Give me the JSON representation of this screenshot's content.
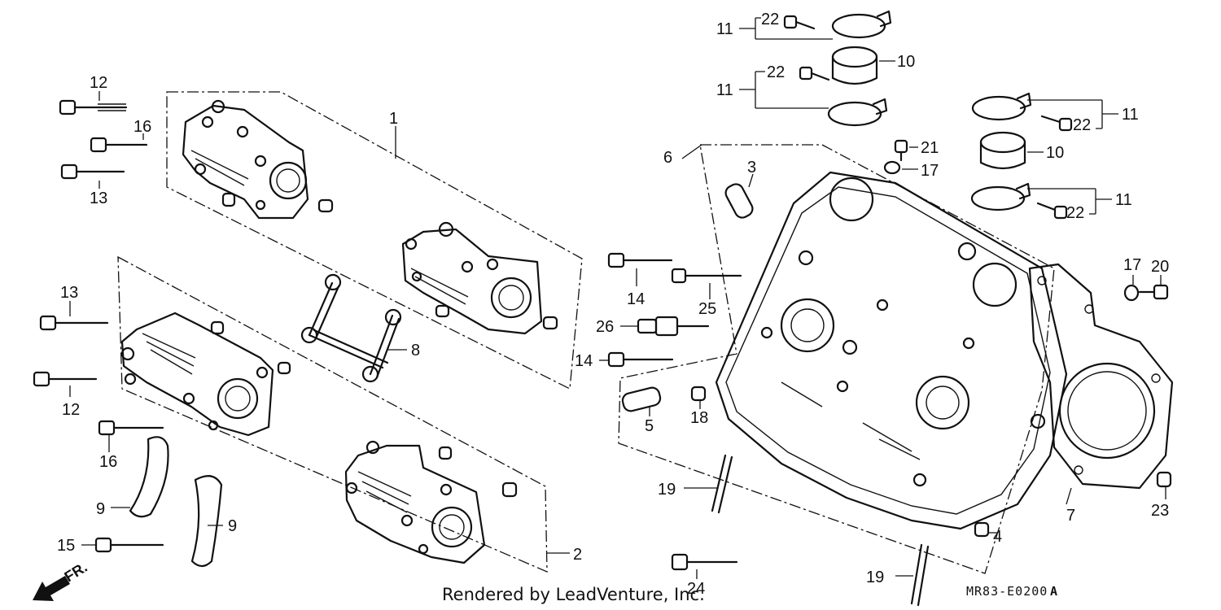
{
  "callouts": {
    "c1": "1",
    "c2": "2",
    "c3": "3",
    "c4": "4",
    "c5": "5",
    "c6": "6",
    "c7": "7",
    "c8": "8",
    "c9a": "9",
    "c9b": "9",
    "c10a": "10",
    "c10b": "10",
    "c11a": "11",
    "c11b": "11",
    "c11c": "11",
    "c11d": "11",
    "c12a": "12",
    "c12b": "12",
    "c13a": "13",
    "c13b": "13",
    "c14a": "14",
    "c14b": "14",
    "c15": "15",
    "c16a": "16",
    "c16b": "16",
    "c17a": "17",
    "c17b": "17",
    "c18": "18",
    "c19a": "19",
    "c19b": "19",
    "c20": "20",
    "c21": "21",
    "c22a": "22",
    "c22b": "22",
    "c22c": "22",
    "c22d": "22",
    "c23": "23",
    "c24": "24",
    "c25": "25",
    "c26": "26"
  },
  "direction": "FR.",
  "credit": "Rendered by LeadVenture, Inc.",
  "diagram_code": "MR83-E0200",
  "diagram_code_suffix": "A"
}
